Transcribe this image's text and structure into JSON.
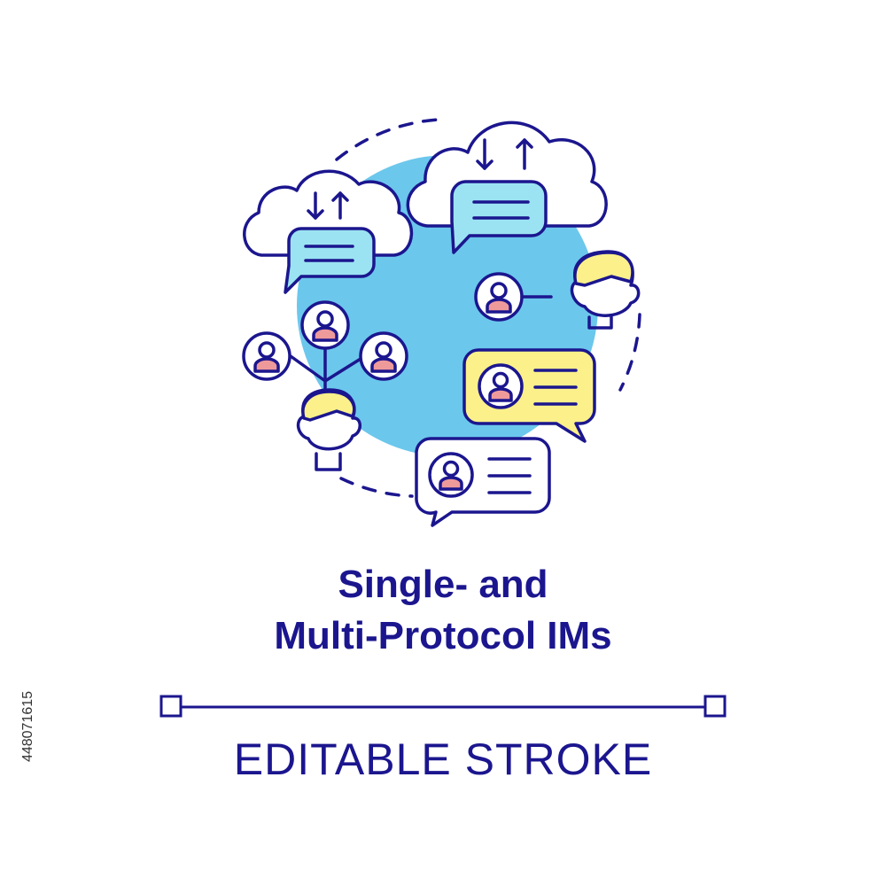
{
  "title": {
    "line1": "Single- and",
    "line2": "Multi-Protocol IMs"
  },
  "caption": "EDITABLE STROKE",
  "stock_id": "448071615",
  "colors": {
    "outline": "#1b168e",
    "circle_fill": "#6cc7ec",
    "bubble_fill": "#9be3f2",
    "yellow_fill": "#fbf08a",
    "avatar_fill": "#ef9a9a",
    "background": "#ffffff"
  },
  "icons": [
    "cloud-icon",
    "chat-bubble-icon",
    "arrow-up-icon",
    "arrow-down-icon",
    "user-avatar-icon",
    "person-head-icon",
    "network-icon"
  ]
}
